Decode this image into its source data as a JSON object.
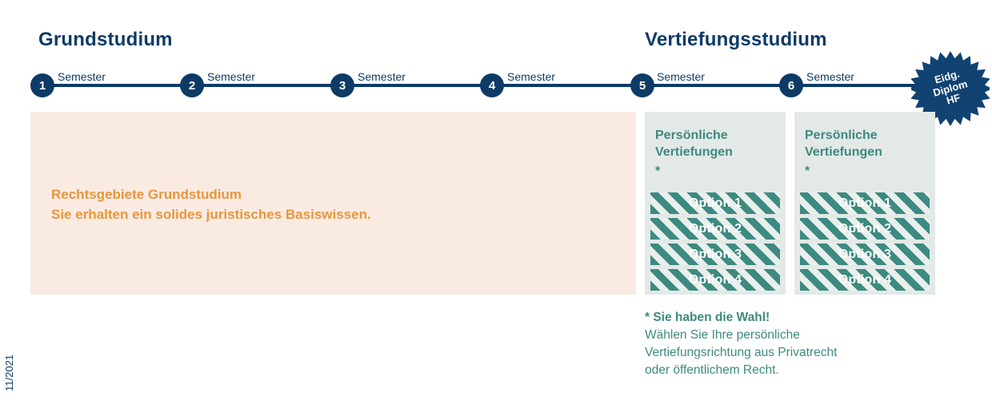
{
  "sections": {
    "basic": {
      "title": "Grundstudium"
    },
    "advanced": {
      "title": "Vertiefungsstudium"
    }
  },
  "timeline": {
    "nodes": [
      {
        "number": "1",
        "label": "Semester"
      },
      {
        "number": "2",
        "label": "Semester"
      },
      {
        "number": "3",
        "label": "Semester"
      },
      {
        "number": "4",
        "label": "Semester"
      },
      {
        "number": "5",
        "label": "Semester"
      },
      {
        "number": "6",
        "label": "Semester"
      }
    ]
  },
  "badge": {
    "line1": "Eidg.",
    "line2": "Diplom",
    "line3": "HF"
  },
  "base_block": {
    "line1": "Rechtsgebiete Grundstudium",
    "line2": "Sie erhalten ein solides juristisches Basiswissen."
  },
  "panels": [
    {
      "heading_line1": "Persönliche",
      "heading_line2": "Vertiefungen",
      "star": "*",
      "options": [
        {
          "label": "Option 1"
        },
        {
          "label": "Option 2"
        },
        {
          "label": "Option 3"
        },
        {
          "label": "Option 4"
        }
      ]
    },
    {
      "heading_line1": "Persönliche",
      "heading_line2": "Vertiefungen",
      "star": "*",
      "options": [
        {
          "label": "Option 1"
        },
        {
          "label": "Option 2"
        },
        {
          "label": "Option 3"
        },
        {
          "label": "Option 4"
        }
      ]
    }
  ],
  "footnote": {
    "bold": "* Sie haben die Wahl!",
    "line1": "Wählen Sie Ihre persönliche",
    "line2": "Vertiefungsrichtung aus Privatrecht",
    "line3": "oder öffentlichem Recht."
  },
  "datestamp": "11/2021",
  "colors": {
    "navy": "#0d3b66",
    "orange": "#e8963c",
    "teal": "#3d8a80",
    "beige": "#f9ebe2",
    "panel_gray": "#e3e9e7"
  }
}
